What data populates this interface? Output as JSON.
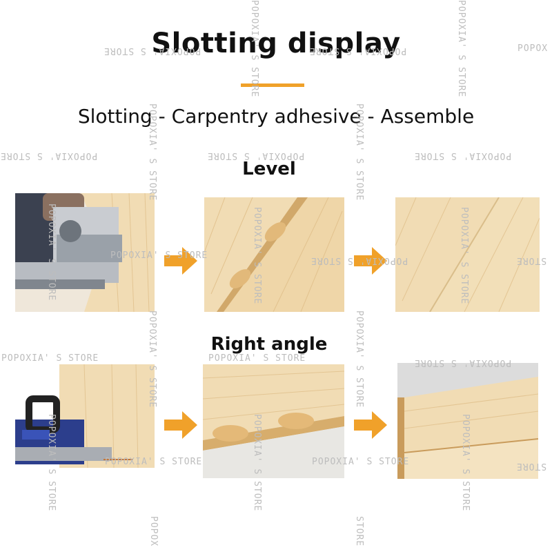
{
  "header": {
    "title": "Slotting display",
    "subtitle": "Slotting - Carpentry adhesive - Assemble"
  },
  "sections": {
    "level": {
      "label": "Level"
    },
    "right_angle": {
      "label": "Right angle"
    }
  },
  "watermark": {
    "text": "POPOXIA' S STORE",
    "short": "POPOX",
    "tail": "STORE"
  },
  "colors": {
    "accent": "#f0a12a",
    "wood_light": "#f1dcb4",
    "wood_mid": "#e6c995",
    "tool_blue": "#2c3e8c"
  }
}
